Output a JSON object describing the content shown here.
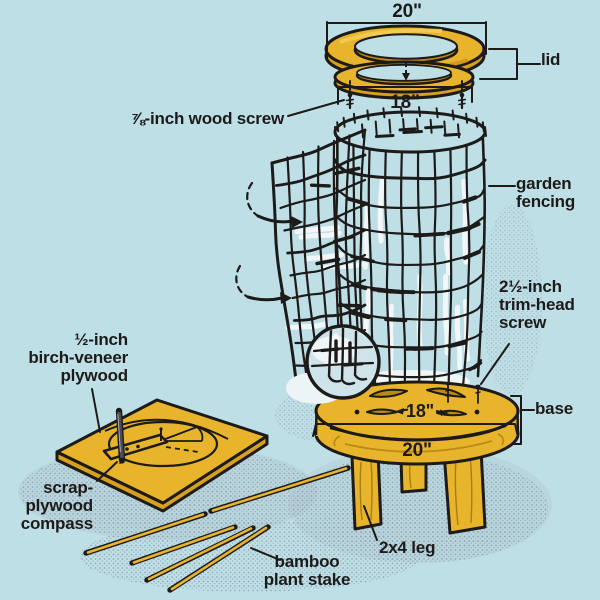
{
  "title": "garden tower parts diagram",
  "colors": {
    "background": "#bfdfe7",
    "wood_yellow": "#e8b42c",
    "wood_shade": "#d7a01e",
    "line_black": "#1d1b19",
    "shadow_stipple": "#8fa7b3"
  },
  "labels": {
    "lid": "lid",
    "base": "base",
    "wood_screw": "⅞-inch wood screw",
    "garden_fencing_1": "garden",
    "garden_fencing_2": "fencing",
    "trim_screw_1": "2½-inch",
    "trim_screw_2": "trim-head",
    "trim_screw_3": "screw",
    "plywood_1": "½-inch",
    "plywood_2": "birch-veneer",
    "plywood_3": "plywood",
    "compass_1": "scrap-",
    "compass_2": "plywood",
    "compass_3": "compass",
    "bamboo_1": "bamboo",
    "bamboo_2": "plant stake",
    "leg": "2x4 leg"
  },
  "dimensions": {
    "lid_outer": "20\"",
    "lid_inner": "18\"",
    "base_inner": "18\"",
    "base_outer": "20\""
  }
}
